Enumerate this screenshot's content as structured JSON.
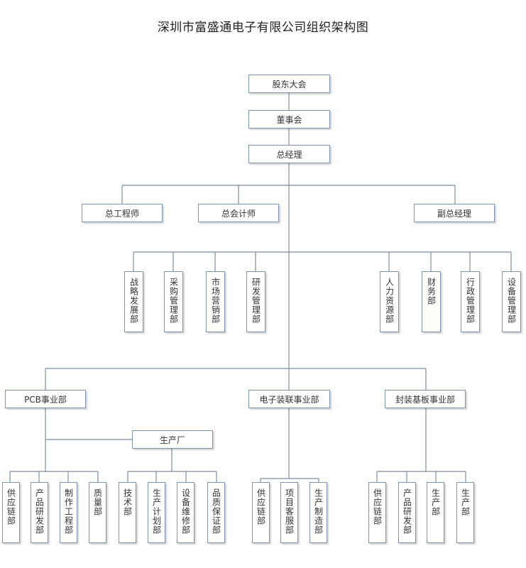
{
  "title": "深圳市富盛通电子有限公司组织架构图",
  "top": {
    "shareholders": "股东大会",
    "board": "董事会",
    "gm": "总经理"
  },
  "executives": {
    "chief_engineer": "总工程师",
    "chief_accountant": "总会计师",
    "deputy_gm": "副总经理"
  },
  "left_departments": [
    "战略发展部",
    "采购管理部",
    "市场营销部",
    "研发管理部"
  ],
  "right_departments": [
    "人力资源部",
    "财务部",
    "行政管理部",
    "设备管理部"
  ],
  "divisions": {
    "pcb": "PCB事业部",
    "smt": "电子装联事业部",
    "substrate": "封装基板事业部",
    "factory": "生产厂"
  },
  "pcb_subs": [
    "供应链部",
    "产品研发部",
    "制作工程部",
    "质量部"
  ],
  "factory_subs": [
    "技术部",
    "生产计划部",
    "设备维修部",
    "品质保证部"
  ],
  "smt_subs": [
    "供应链部",
    "项目客服部",
    "生产制造部"
  ],
  "substrate_subs": [
    "供应链部",
    "产品研发部",
    "生产部",
    "生产部"
  ]
}
